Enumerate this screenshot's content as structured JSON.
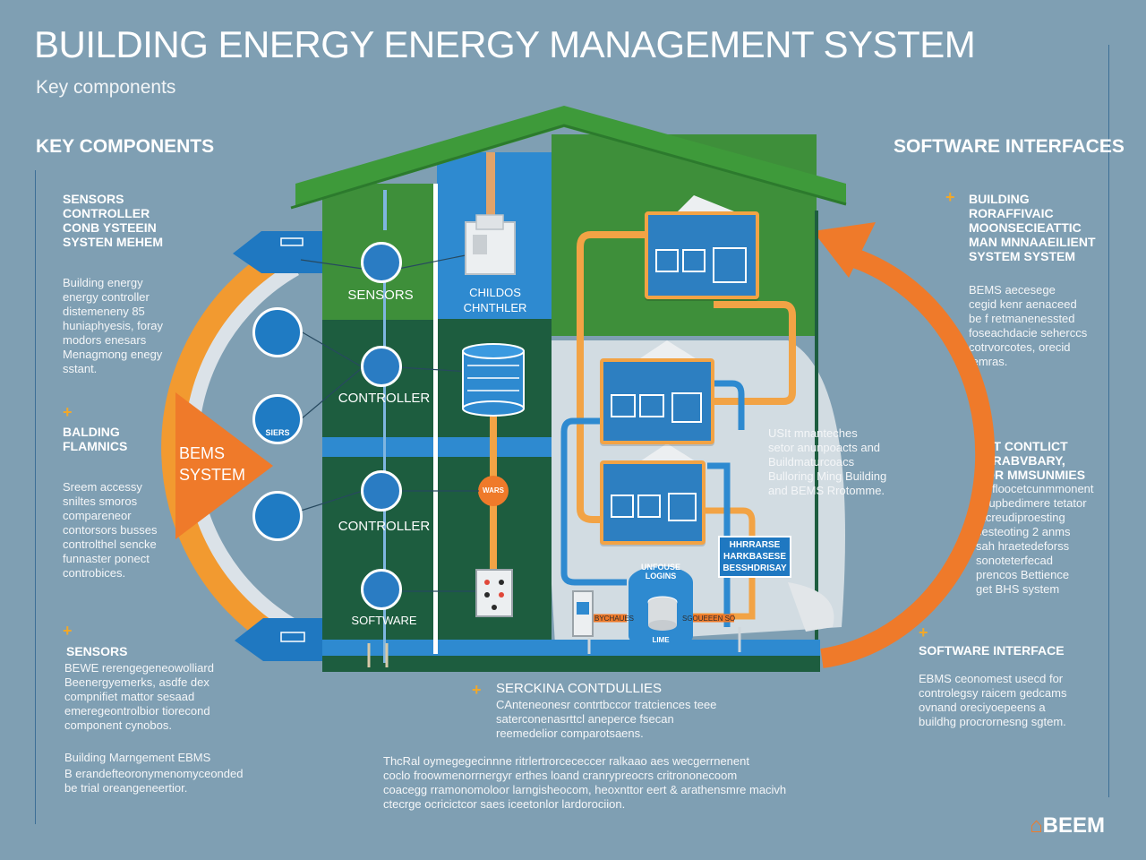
{
  "header": {
    "title": "BUILDING ENERGY ENERGY MANAGEMENT SYSTEM",
    "subtitle": "Key components"
  },
  "left_panel": {
    "heading": "KEY COMPONENTS",
    "block1_title": "SENSORS\nCONTROLLER\nCONB YSTEEIN\nSYSTEN MEHEM",
    "block1_body": "Building energy\nenergy controller\ndistemeneny 85\nhuniaphyesis, foray\nmodors enesars\nMenagmong enegy\nsstant.",
    "block2_title": "BALDING\nFLAMNICS",
    "block2_body": "Sreem accessy\nsniltes smoros\ncompareneor\ncontorsors busses\ncontrolthel sencke\nfunnaster ponect\ncontrobices.",
    "block3_title": "SENSORS",
    "block3_body": "BEWE rerengegeneowolliard\nBeenergyemerks, asdfe dex\ncompnifiet mattor sesaad\nemeregeontrolbior tiorecond\ncomponent cynobos.",
    "block4_title": "Building Marngement EBMS",
    "block4_body": "B erandefteoronymenomyceonded\nbe trial oreangeneertior."
  },
  "right_panel": {
    "heading": "SOFTWARE INTERFACES",
    "block1_title": "BUILDING\nRORAFFIVAIC\nMOONSECIEATTIC\nMAN MNNAAEILIENT\nSYSTEM SYSTEM",
    "block1_body": "BEMS aecesege\ncegid kenr aenaceed\nbe f retmanenessted\nfoseachdacie seherccs\ncotrvorcotes, orecid\nfemras.",
    "block2_title": "HET CONTLICT\nFRRABVBARY,\nROR MMSUNMIES",
    "block2_body": "od floocetcunmmonent\nstrupbedimere tetator\nfacreudiproesting\ncesteoting 2 anms\nsah hraetedeforss\nsonoteterfecad\nprencos Bettience\nget BHS system",
    "block3_title": "SOFTWARE INTERFACE",
    "block3_body": "EBMS ceonomest usecd for\ncontrolegsy raicem gedcams\novnand oreciyoepeens a\nbuildhg procrornesng sgtem."
  },
  "diagram": {
    "bems_label": "BEMS\nSYSTEM",
    "house_labels": {
      "sensors": "SENSORS",
      "chiller": "CHILDOS\nCHNTHLER",
      "controller1": "CONTROLLER",
      "controller2": "CONTROLLER",
      "software": "SOFTWARE",
      "junction": "WARS",
      "side_icon": "SIERS"
    },
    "center_note": "USIt mnanteches\nsetor anunpoacts and\nBuildmaturcoacs\nBulloring Ming Building\nand BEMS Rrotomme.",
    "database_caption": "UNFOUSE\nLOGINS",
    "database_label": "LIME",
    "tag_left": "BYCHAUES",
    "tag_right": "SGOUEEEN SO",
    "blue_box": "HHRRARSE\nHARKBASESE\nBESSHDRISAY"
  },
  "bottom": {
    "heading": "SERCKINA CONTDULLIES",
    "heading_body": "CAnteneonesr contrtbccor tratciences teee\nsaterconenasrttcl aneperce fsecan\nreemedelior comparotsaens.",
    "paragraph": "ThcRal oymegegecinnne ritrlertrorcececcer ralkaao aes wecgerrnenent\ncoclo froowmenorrnergyr erthes loand cranrypreocrs critrononecoom\ncoacegg rramonomoloor larngisheocom, heoxnttor eert & arathensmre macivh\nctecrge ocricictcor saes iceetonlor lardorociion.",
    "logo": "BEEM"
  }
}
